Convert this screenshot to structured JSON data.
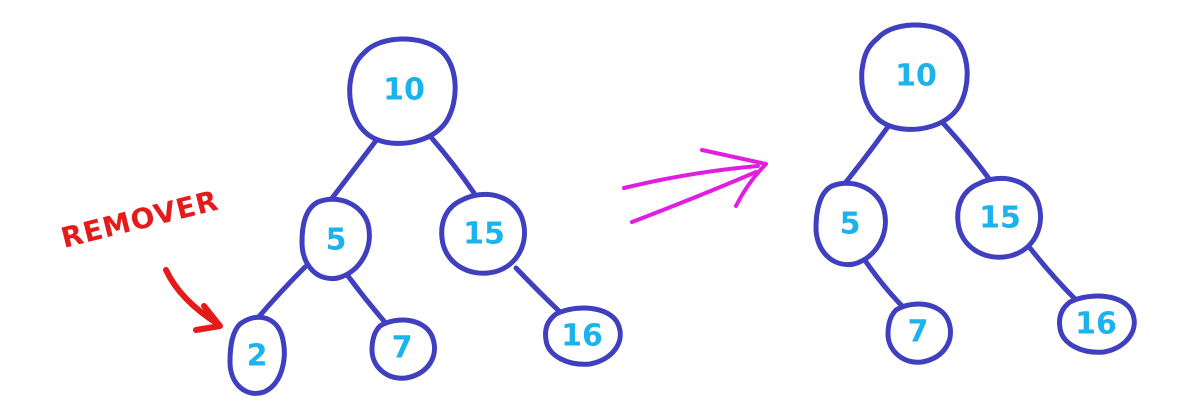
{
  "colors": {
    "node_stroke": "#3f3fbf",
    "node_label": "#1ab3ee",
    "annotation": "#e51a1a",
    "transform_arrow": "#e21de2"
  },
  "before_tree": {
    "nodes": [
      {
        "id": "n10",
        "label": "10"
      },
      {
        "id": "n5",
        "label": "5"
      },
      {
        "id": "n15",
        "label": "15"
      },
      {
        "id": "n2",
        "label": "2"
      },
      {
        "id": "n7",
        "label": "7"
      },
      {
        "id": "n16",
        "label": "16"
      }
    ],
    "edges": [
      [
        "n10",
        "n5"
      ],
      [
        "n10",
        "n15"
      ],
      [
        "n5",
        "n2"
      ],
      [
        "n5",
        "n7"
      ],
      [
        "n15",
        "n16"
      ]
    ]
  },
  "after_tree": {
    "nodes": [
      {
        "id": "m10",
        "label": "10"
      },
      {
        "id": "m5",
        "label": "5"
      },
      {
        "id": "m15",
        "label": "15"
      },
      {
        "id": "m7",
        "label": "7"
      },
      {
        "id": "m16",
        "label": "16"
      }
    ],
    "edges": [
      [
        "m10",
        "m5"
      ],
      [
        "m10",
        "m15"
      ],
      [
        "m5",
        "m7"
      ],
      [
        "m15",
        "m16"
      ]
    ]
  },
  "annotation": {
    "label": "REMOVER",
    "target": "n2",
    "arrow_icon": "curved-arrow-icon"
  },
  "transform_arrow_icon": "double-arrow-right-icon"
}
